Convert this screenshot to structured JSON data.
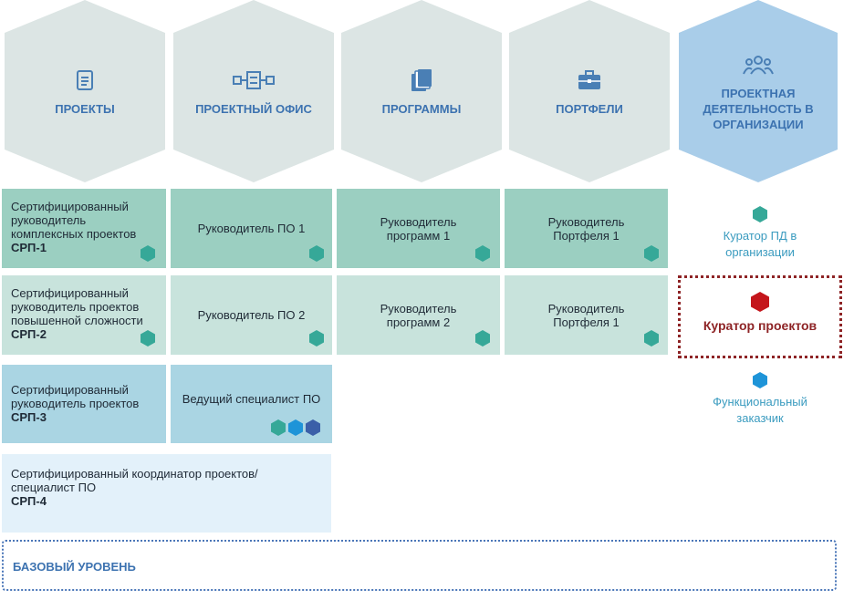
{
  "columns": [
    {
      "label": "ПРОЕКТЫ",
      "icon": "document-icon"
    },
    {
      "label": "ПРОЕКТНЫЙ ОФИС",
      "icon": "network-nodes-icon"
    },
    {
      "label": "ПРОГРАММЫ",
      "icon": "stacked-pages-icon"
    },
    {
      "label": "ПОРТФЕЛИ",
      "icon": "briefcase-icon"
    },
    {
      "label": "ПРОЕКТНАЯ ДЕЯТЕЛЬНОСТЬ В ОРГАНИЗАЦИИ",
      "icon": "people-group-icon"
    }
  ],
  "rows": [
    {
      "cert": {
        "text": "Сертифицированный руководитель комплексных проектов",
        "code": "СРП-1"
      },
      "office": "Руководитель ПО 1",
      "program": "Руководитель программ 1",
      "portfolio": "Руководитель Портфеля 1"
    },
    {
      "cert": {
        "text": "Сертифицированный руководитель проектов повышенной сложности",
        "code": "СРП-2"
      },
      "office": "Руководитель ПО 2",
      "program": "Руководитель программ 2",
      "portfolio": "Руководитель Портфеля 1"
    },
    {
      "cert": {
        "text": "Сертифицированный руководитель проектов",
        "code": "СРП-3"
      },
      "office": "Ведущий специалист ПО"
    },
    {
      "cert": {
        "text": "Сертифицированный координатор проектов/ специалист ПО",
        "code": "СРП-4"
      }
    }
  ],
  "roles": {
    "curator_pd": "Куратор ПД в организации",
    "curator_projects": "Куратор проектов",
    "functional_customer": "Функциональный заказчик"
  },
  "base_level": "БАЗОВЫЙ УРОВЕНЬ",
  "colors": {
    "hex_light": "#dce5e4",
    "hex_blue": "#a9cde9",
    "row1": "#9bcfc1",
    "row2": "#c8e3dc",
    "row3": "#aad5e3",
    "row4": "#e3f1fa",
    "mark_teal": "#36a898",
    "mark_blue": "#1e94d8",
    "mark_navy": "#3b5fa8",
    "mark_red": "#c4161c",
    "curator_text": "#8e2426",
    "role_text": "#3a9bbf"
  }
}
